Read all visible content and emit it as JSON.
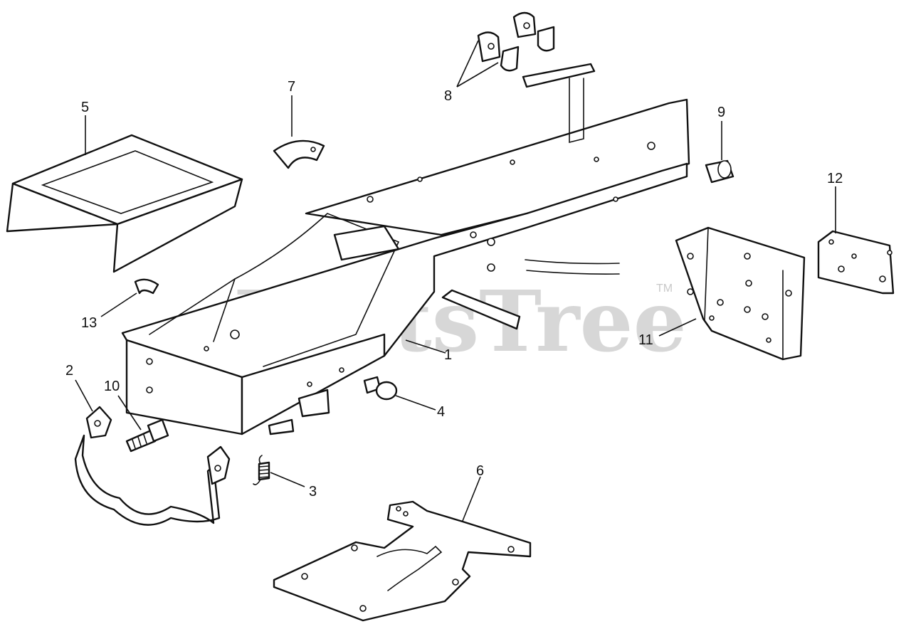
{
  "watermark": {
    "text": "PartsTree",
    "trademark": "TM"
  },
  "callouts": [
    {
      "id": "1",
      "part": "main-frame"
    },
    {
      "id": "2",
      "part": "bracket-rod"
    },
    {
      "id": "3",
      "part": "spring"
    },
    {
      "id": "4",
      "part": "pin"
    },
    {
      "id": "5",
      "part": "seat-pan"
    },
    {
      "id": "6",
      "part": "floor-plate"
    },
    {
      "id": "7",
      "part": "clip"
    },
    {
      "id": "8",
      "part": "brackets"
    },
    {
      "id": "9",
      "part": "bushing"
    },
    {
      "id": "10",
      "part": "bolt"
    },
    {
      "id": "11",
      "part": "mounting-plate"
    },
    {
      "id": "12",
      "part": "bracket-plate"
    },
    {
      "id": "13",
      "part": "clamp"
    }
  ]
}
